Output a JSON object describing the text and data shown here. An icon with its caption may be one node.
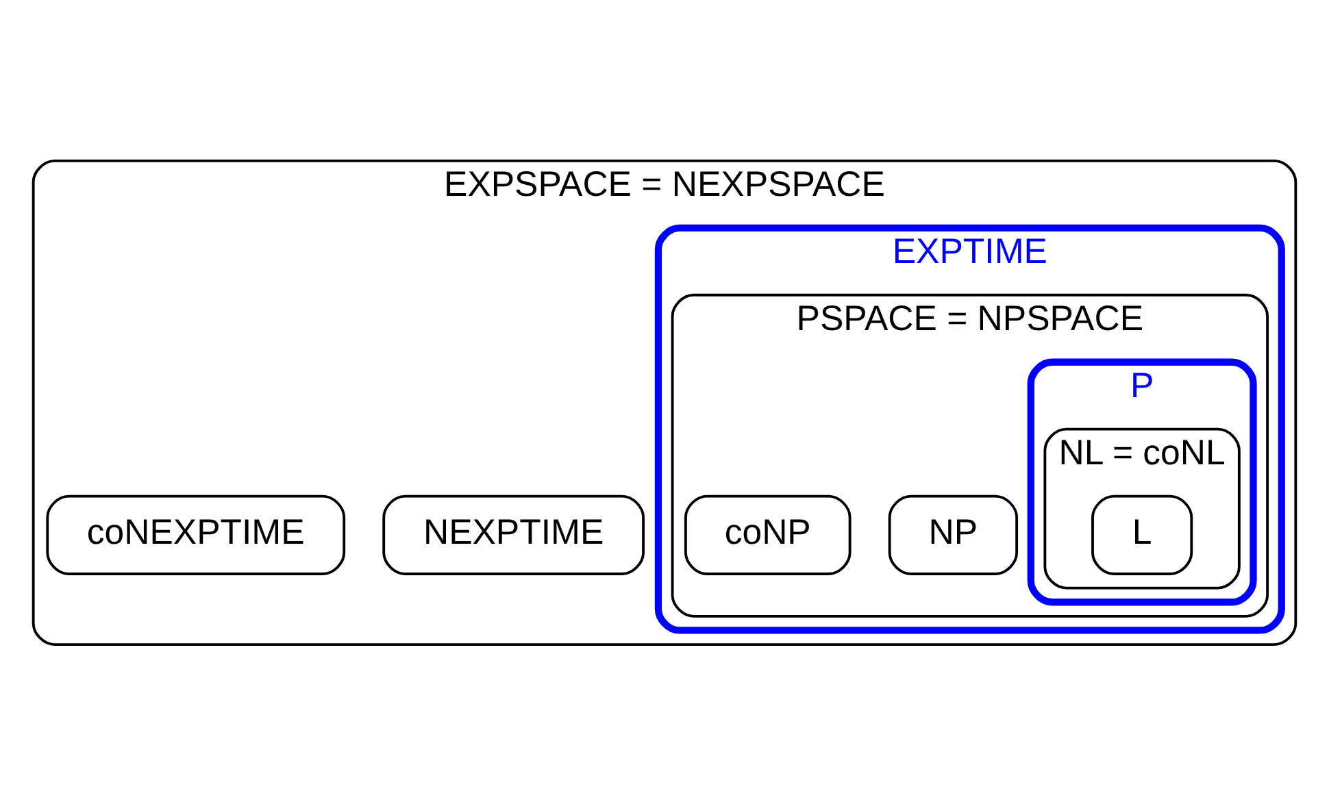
{
  "diagram": {
    "nodes": [
      {
        "text": [
          "EXPSPACE = NEXPSPACE"
        ]
      },
      {
        "text": [
          "NEXPTIME"
        ],
        "in": 0
      },
      {
        "text": [
          "coNEXPTIME"
        ],
        "in": 0
      },
      {
        "text": [
          "EXPTIME"
        ],
        "in": 0
      },
      {
        "text": [
          "PSPACE = NPSPACE"
        ],
        "in": 3
      },
      {
        "text": [
          "NP"
        ],
        "in": 4
      },
      {
        "text": [
          "coNP"
        ],
        "in": 4
      },
      {
        "text": [
          "P"
        ],
        "in": 4
      },
      {
        "text": [
          "NL = coNL"
        ],
        "in": 7
      },
      {
        "text": [
          "L"
        ],
        "in": 8
      }
    ]
  }
}
